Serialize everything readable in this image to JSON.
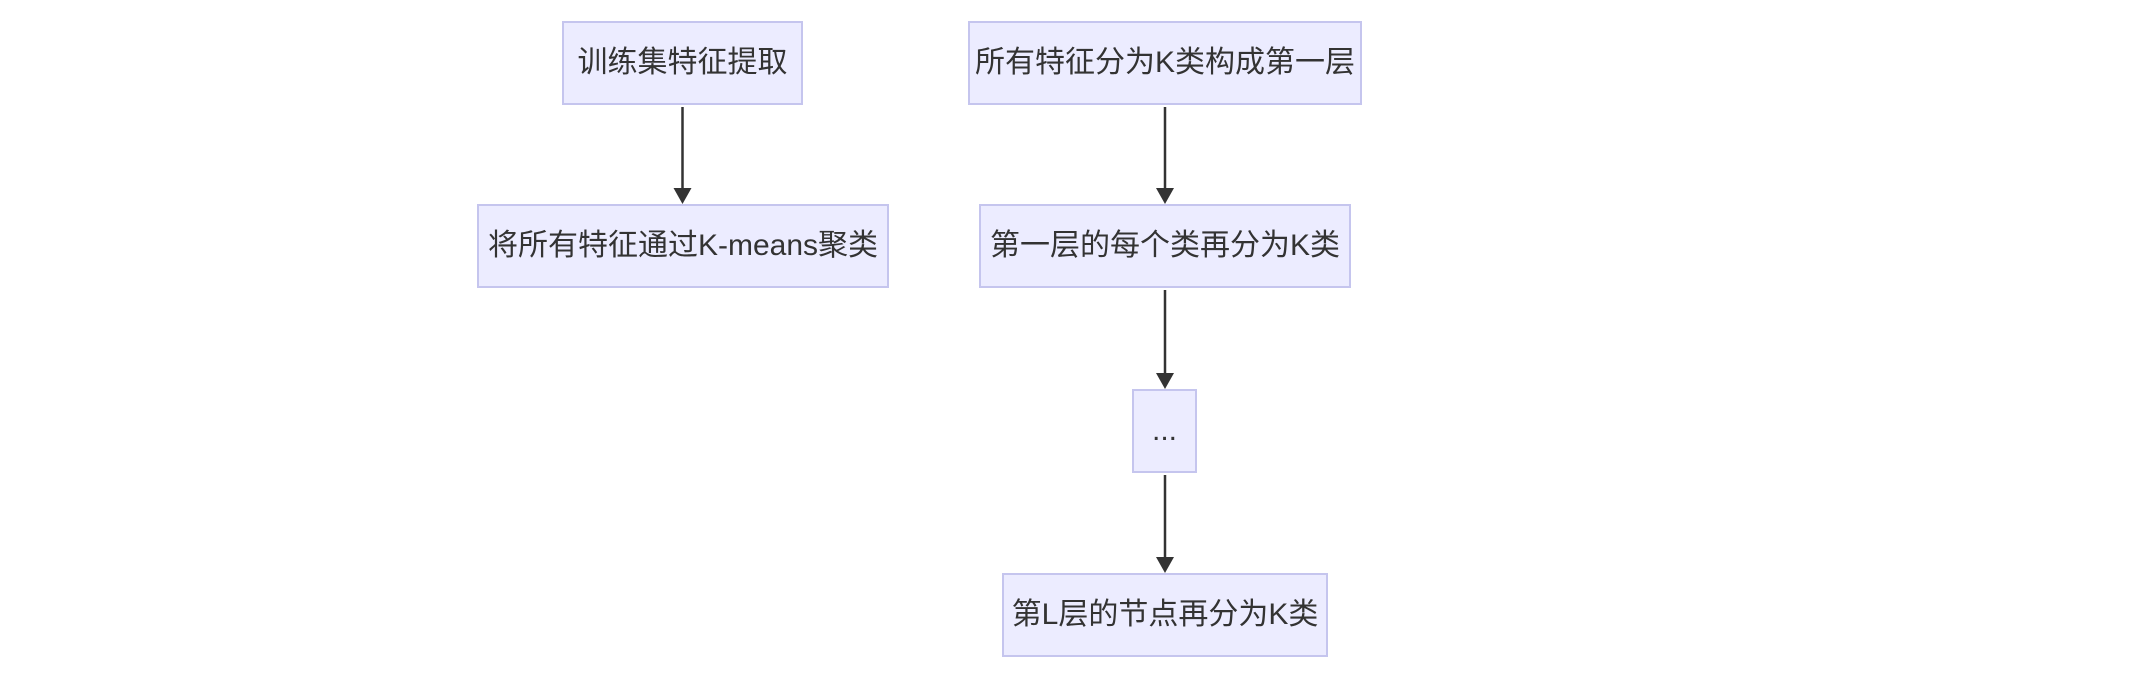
{
  "diagram": {
    "type": "flowchart",
    "direction": "top-down",
    "description": "Hierarchical K-means clustering (vocabulary tree) flowchart, two vertical chains"
  },
  "nodes": [
    {
      "id": "n1",
      "label": "训练集特征提取"
    },
    {
      "id": "n2",
      "label": "将所有特征通过K-means聚类"
    },
    {
      "id": "n3",
      "label": "所有特征分为K类构成第一层"
    },
    {
      "id": "n4",
      "label": "第一层的每个类再分为K类"
    },
    {
      "id": "n5",
      "label": "..."
    },
    {
      "id": "n6",
      "label": "第L层的节点再分为K类"
    }
  ],
  "edges": [
    {
      "from": "n1",
      "to": "n2"
    },
    {
      "from": "n3",
      "to": "n4"
    },
    {
      "from": "n4",
      "to": "n5"
    },
    {
      "from": "n5",
      "to": "n6"
    }
  ],
  "colors": {
    "node_fill": "#ECECFF",
    "node_border": "#C5C5EE",
    "arrow": "#333333",
    "text": "#333333",
    "background": "#FFFFFF"
  }
}
